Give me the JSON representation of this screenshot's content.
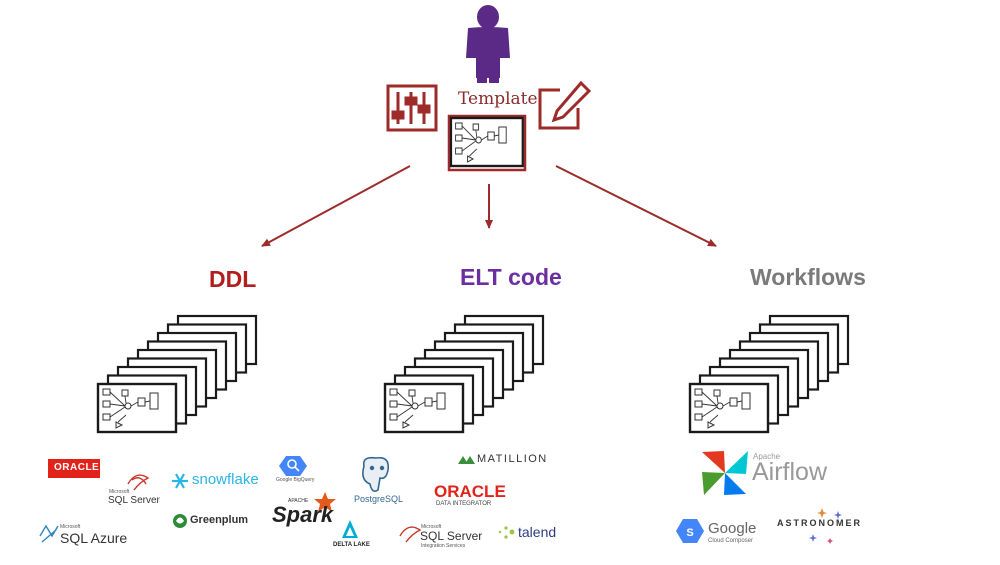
{
  "template": {
    "label": "Template"
  },
  "columns": [
    {
      "id": "ddl",
      "title": "DDL",
      "color": "#b01e1e"
    },
    {
      "id": "elt",
      "title": "ELT code",
      "color": "#6b2fa0"
    },
    {
      "id": "wf",
      "title": "Workflows",
      "color": "#7a7a7a"
    }
  ],
  "logos": {
    "oracle": "ORACLE",
    "sqlserver_small": "Microsoft",
    "sqlserver": "SQL Server",
    "snowflake": "snowflake",
    "bigquery": "Google BigQuery",
    "postgres": "PostgreSQL",
    "matillion": "MATILLION",
    "oracle_di": "ORACLE",
    "oracle_di_sub": "DATA INTEGRATOR",
    "greenplum": "Greenplum",
    "spark_top": "APACHE",
    "spark": "Spark",
    "sqlazure_small": "Microsoft",
    "sqlazure": "SQL Azure",
    "deltalake": "DELTA LAKE",
    "sqlserver_is_small": "Microsoft",
    "sqlserver_is": "SQL Server",
    "sqlserver_is_sub": "Integration Services",
    "talend": "talend",
    "airflow_top": "Apache",
    "airflow": "Airflow",
    "google": "Google",
    "google_sub": "Cloud Composer",
    "astronomer": "ASTRONOMER"
  },
  "colors": {
    "accent": "#9e2a2a",
    "user": "#5b2a86"
  }
}
